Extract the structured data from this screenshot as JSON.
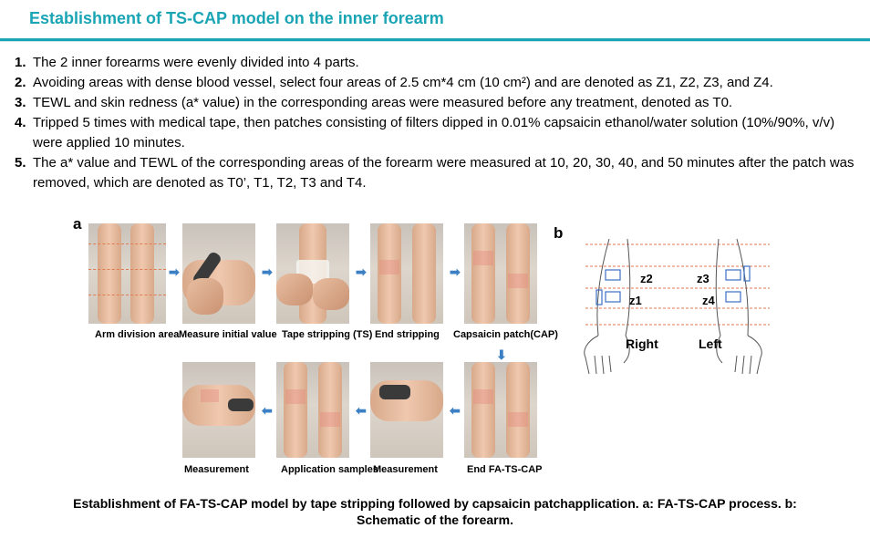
{
  "title": "Establishment of TS-CAP model on the inner forearm",
  "steps": [
    {
      "num": "1.",
      "text": "The 2 inner forearms were evenly divided into 4 parts."
    },
    {
      "num": "2.",
      "text": "Avoiding areas with dense blood vessel, select four areas of 2.5 cm*4 cm (10 cm²) and are denoted as Z1, Z2, Z3, and Z4."
    },
    {
      "num": "3.",
      "text": "TEWL and skin redness (a* value) in the corresponding areas were measured before any treatment, denoted as T0."
    },
    {
      "num": "4.",
      "text": "Tripped 5 times with medical tape, then patches consisting of filters dipped in 0.01% capsaicin ethanol/water solution (10%/90%, v/v) were applied 10  minutes."
    },
    {
      "num": "5.",
      "text": "The a* value and TEWL of the corresponding areas of the forearm were measured at 10, 20, 30, 40, and 50 minutes after the patch was removed, which are denoted as T0’, T1, T2, T3 and T4."
    }
  ],
  "figure": {
    "panel_a": "a",
    "panel_b": "b",
    "row1_labels": [
      "Arm division area",
      "Measure initial value",
      "Tape stripping (TS)",
      "End stripping",
      "Capsaicin patch(CAP)"
    ],
    "row2_labels": [
      "Measurement",
      "Application samples",
      "Measurement",
      "End FA-TS-CAP"
    ],
    "arrow_right": "➡",
    "arrow_left": "⬅",
    "arrow_down": "⬇",
    "schematic": {
      "z1": "z1",
      "z2": "z2",
      "z3": "z3",
      "z4": "z4",
      "right": "Right",
      "left": "Left"
    }
  },
  "caption": "Establishment of FA-TS-CAP model by tape stripping followed by capsaicin patchapplication. a: FA-TS-CAP process. b: Schematic of the forearm.",
  "colors": {
    "accent": "#1aa5b5",
    "arrow": "#3b7fc4",
    "zone_box": "#3b6fc4",
    "divider": "#e07a52"
  }
}
